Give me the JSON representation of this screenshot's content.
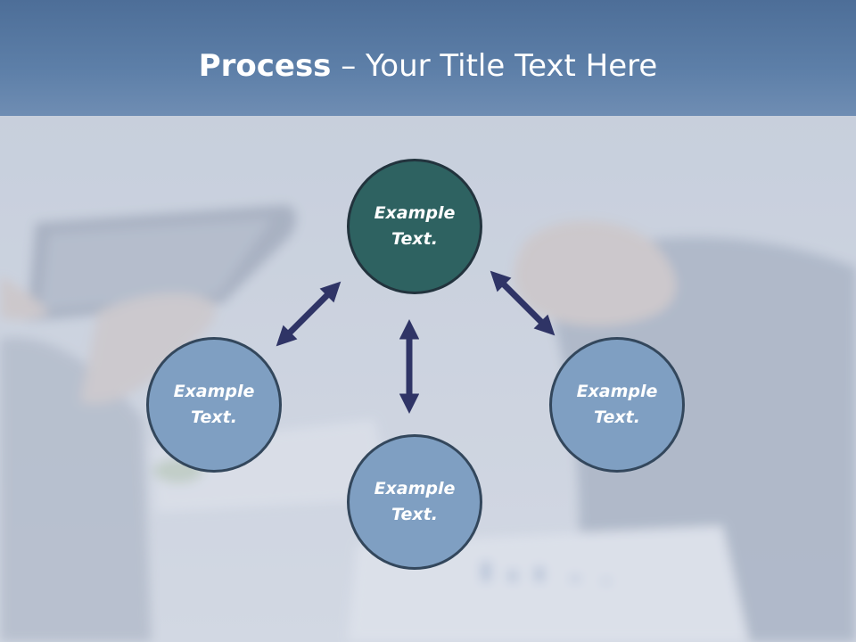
{
  "slide": {
    "title_bold": "Process",
    "title_rest": " – Your Title Text Here"
  },
  "colors": {
    "header_band": "#5878a2",
    "node_primary_fill": "#2e6261",
    "node_secondary_fill": "#7f9fc2",
    "node_border": "#33475c",
    "arrow": "#2f3466"
  },
  "diagram": {
    "nodes": [
      {
        "id": "top",
        "label": "Example\nText."
      },
      {
        "id": "left",
        "label": "Example\nText."
      },
      {
        "id": "right",
        "label": "Example\nText."
      },
      {
        "id": "bottom",
        "label": "Example\nText."
      }
    ],
    "arrows": [
      {
        "from": "top",
        "to": "left",
        "type": "double-headed"
      },
      {
        "from": "top",
        "to": "right",
        "type": "double-headed"
      },
      {
        "from": "top",
        "to": "bottom",
        "type": "double-headed"
      }
    ]
  }
}
